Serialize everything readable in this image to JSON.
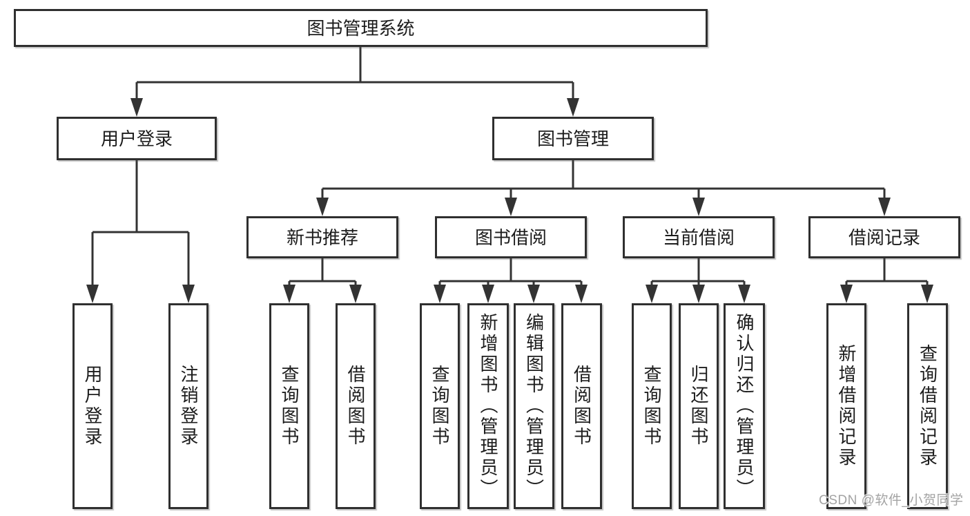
{
  "watermark": "CSDN @软件_小贺同学",
  "tree": {
    "label": "图书管理系统",
    "children": [
      {
        "label": "用户登录",
        "children": [
          {
            "label": "用户登录"
          },
          {
            "label": "注销登录"
          }
        ]
      },
      {
        "label": "图书管理",
        "children": [
          {
            "label": "新书推荐",
            "children": [
              {
                "label": "查询图书"
              },
              {
                "label": "借阅图书"
              }
            ]
          },
          {
            "label": "图书借阅",
            "children": [
              {
                "label": "查询图书"
              },
              {
                "label": "新增图书（管理员）"
              },
              {
                "label": "编辑图书（管理员）"
              },
              {
                "label": "借阅图书"
              }
            ]
          },
          {
            "label": "当前借阅",
            "children": [
              {
                "label": "查询图书"
              },
              {
                "label": "归还图书"
              },
              {
                "label": "确认归还（管理员）"
              }
            ]
          },
          {
            "label": "借阅记录",
            "children": [
              {
                "label": "新增借阅记录"
              },
              {
                "label": "查询借阅记录"
              }
            ]
          }
        ]
      }
    ]
  },
  "colors": {
    "line": "#333333",
    "border": "#2f2f2f",
    "text": "#1c1c1c",
    "watermark": "#9e9e9e",
    "background": "#ffffff"
  }
}
